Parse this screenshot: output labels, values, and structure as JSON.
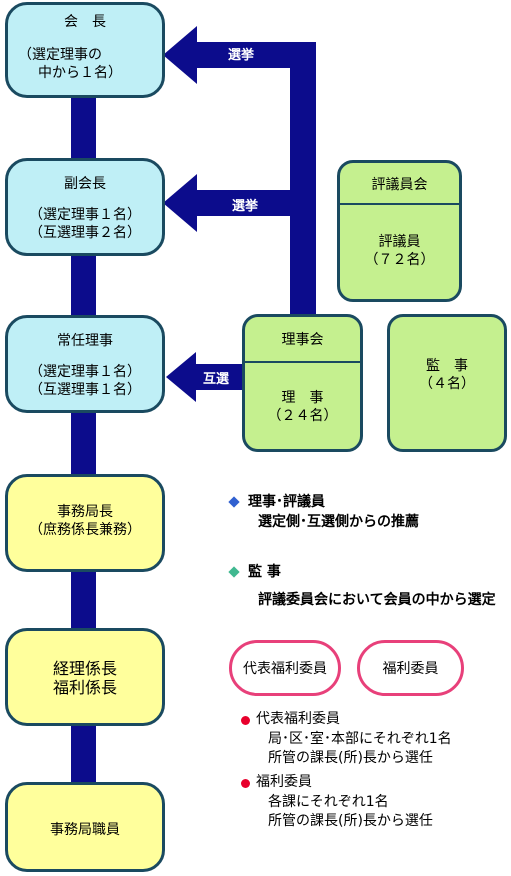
{
  "boxes": {
    "kaicho": {
      "title": "会　長",
      "line1": "（選定理事の",
      "line2": "中から１名）"
    },
    "fukukaicho": {
      "title": "副会長",
      "line1": "（選定理事１名）",
      "line2": "（互選理事２名）"
    },
    "jonin": {
      "title": "常任理事",
      "line1": "（選定理事１名）",
      "line2": "（互選理事１名）"
    },
    "jimukyokucho": {
      "line1": "事務局長",
      "line2": "（庶務係長兼務）"
    },
    "keiri": {
      "line1": "経理係長",
      "line2": "福利係長"
    },
    "shokuin": {
      "title": "事務局職員"
    },
    "hyogiinkai": {
      "title": "評議員会",
      "line1": "評議員",
      "line2": "（７２名）"
    },
    "rijikai": {
      "title": "理事会",
      "line1": "理　事",
      "line2": "（２４名）"
    },
    "kanji": {
      "line1": "監　事",
      "line2": "（４名）"
    }
  },
  "arrows": {
    "to_kaicho": "選挙",
    "to_fukukaicho": "選挙",
    "to_jonin": "互選"
  },
  "notes": {
    "note1": {
      "title": "理事･評議員",
      "text": "選定側･互選側からの推薦",
      "color": "#3060d0"
    },
    "note2": {
      "title": "監 事",
      "text": "評議委員会において会員の中から選定",
      "color": "#40b890"
    }
  },
  "pills": {
    "daihyo": "代表福利委員",
    "fukuri": "福利委員"
  },
  "bullets": {
    "b1": {
      "title": "代表福利委員",
      "line1": "局･区･室･本部にそれぞれ1名",
      "line2": "所管の課長(所)長から選任"
    },
    "b2": {
      "title": "福利委員",
      "line1": "各課にそれぞれ1名",
      "line2": "所管の課長(所)長から選任"
    }
  },
  "colors": {
    "arrow": "#0c0c8c",
    "box_blue": "#bfeff6",
    "box_yellow": "#ffff9c",
    "box_green": "#c5f08f",
    "pill_border": "#e8407a",
    "bullet": "#e8002c"
  }
}
